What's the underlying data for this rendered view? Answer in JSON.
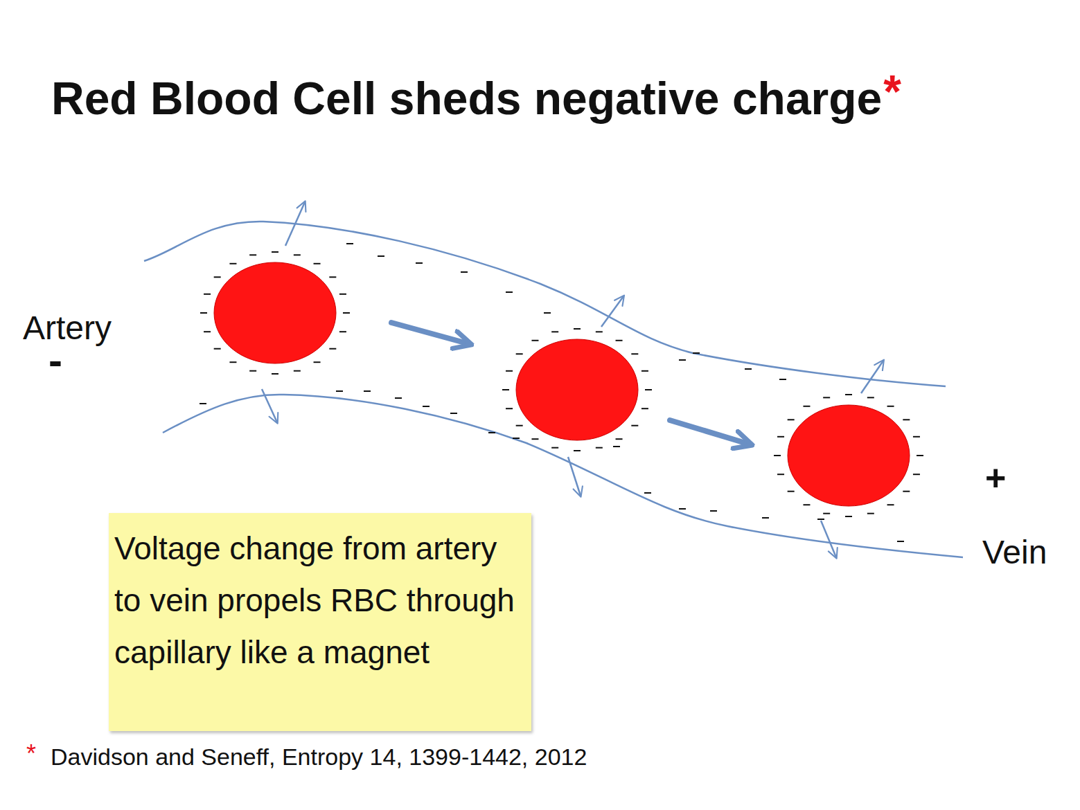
{
  "diagram": {
    "title": "Red Blood Cell sheds negative charge",
    "nodes": [
      {
        "text": [
          "Voltage change from artery to vein propels RBC through capillary like a magnet"
        ]
      }
    ],
    "labels": [
      "*",
      "Artery",
      "-",
      "+",
      "Vein",
      "*",
      "Davidson and Seneff, Entropy 14, 1399-1442, 2012"
    ]
  }
}
